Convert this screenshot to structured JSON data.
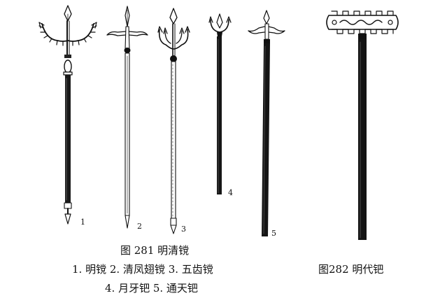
{
  "figure_281": {
    "title": "图 281   明清镋",
    "legend_line1": "1. 明镋   2. 清凤翅镋   3. 五齿镋",
    "legend_line2": "4. 月牙钯   5. 通天钯",
    "items": [
      {
        "number": "1",
        "name": "明镋"
      },
      {
        "number": "2",
        "name": "清凤翅镋"
      },
      {
        "number": "3",
        "name": "五齿镋"
      },
      {
        "number": "4",
        "name": "月牙钯"
      },
      {
        "number": "5",
        "name": "通天钯"
      }
    ]
  },
  "figure_282": {
    "title": "图282   明代钯"
  }
}
